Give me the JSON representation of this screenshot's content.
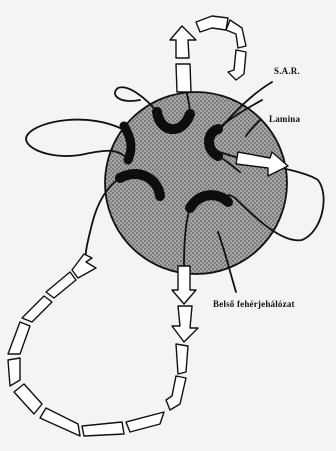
{
  "labels": {
    "sar": "S.A.R.",
    "lamina": "Lamina",
    "belso": "Belső fehérjehálózat"
  },
  "colors": {
    "background": "#f4f4f2",
    "line": "#111111",
    "arrow_fill": "#ffffff",
    "nucleus_fill": "#9a9a9a",
    "sar_band": "#0d0d0d"
  }
}
